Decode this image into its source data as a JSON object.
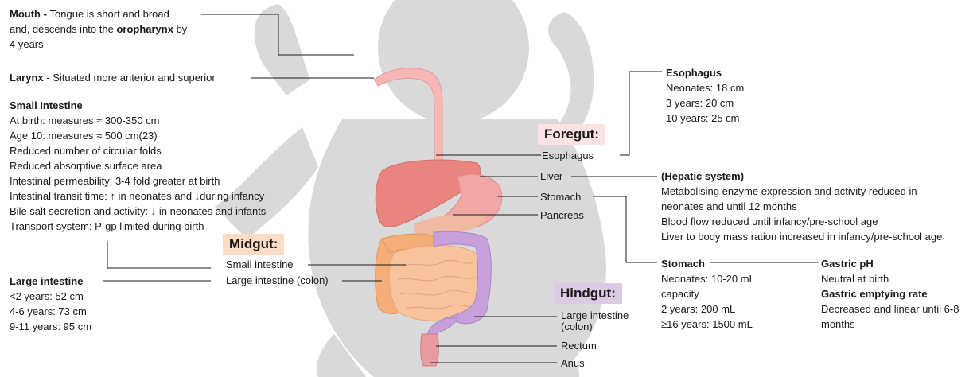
{
  "colors": {
    "silhouette": "#d9d9d9",
    "foregut_bg": "#fbe3e4",
    "midgut_bg": "#fbdcc4",
    "hindgut_bg": "#dcc9e4",
    "esophagus": "#f6b7b6",
    "liver": "#e9847f",
    "small_intestine": "#f8c29d",
    "large_intestine_midgut": "#f5ae78",
    "colon_hindgut": "#c7a1dc",
    "rectum": "#e79aa0"
  },
  "left": {
    "mouth": {
      "title": "Mouth - ",
      "line1_rest": "Tongue is short and broad",
      "line2_pre": "and, descends into the ",
      "line2_bold": "oropharynx",
      "line2_post": " by",
      "line3": "4 years"
    },
    "larynx": {
      "title": "Larynx",
      "rest": " - Situated more anterior and superior"
    },
    "small_intestine": {
      "title": "Small Intestine",
      "lines": [
        "At birth: measures ≈ 300-350 cm",
        "Age 10: measures ≈ 500 cm(23)",
        "Reduced number of circular folds",
        "Reduced absorptive surface area",
        "Intestinal permeability: 3-4 fold greater at birth",
        "Intestinal transit time: ↑ in neonates and ↓during infancy",
        "Bile salt secretion and activity: ↓ in neonates and infants",
        "Transport system: P-gp limited during birth"
      ]
    },
    "large_intestine": {
      "title": "Large intestine",
      "lines": [
        "<2 years: 52 cm",
        "4-6 years: 73 cm",
        "9-11 years: 95 cm"
      ]
    }
  },
  "sections": {
    "foregut": "Foregut:",
    "midgut": "Midgut:",
    "hindgut": "Hindgut:"
  },
  "organ_labels": {
    "esophagus": "Esophagus",
    "liver": "Liver",
    "stomach": "Stomach",
    "pancreas": "Pancreas",
    "small_intestine": "Small intestine",
    "large_intestine_colon": "Large intestine (colon)",
    "large_intestine_hind_1": "Large intestine",
    "large_intestine_hind_2": "(colon)",
    "rectum": "Rectum",
    "anus": "Anus"
  },
  "right": {
    "esophagus": {
      "title": "Esophagus",
      "lines": [
        "Neonates: 18 cm",
        "3 years: 20 cm",
        "10 years: 25 cm"
      ]
    },
    "hepatic": {
      "title": "(Hepatic system)",
      "lines": [
        "Metabolising enzyme expression and activity reduced in",
        "neonates and until 12 months",
        "Blood flow reduced until infancy/pre-school age",
        "Liver to body mass ration increased in infancy/pre-school age"
      ]
    },
    "stomach": {
      "title": "Stomach",
      "lines": [
        "Neonates: 10-20 mL",
        "capacity",
        "2 years: 200 mL",
        "≥16 years: 1500 mL"
      ]
    },
    "gastric": {
      "ph_title": "Gastric pH",
      "ph_text": "Neutral at birth",
      "emptying_title": "Gastric emptying rate",
      "emptying_lines": [
        "Decreased and linear until 6-8",
        "months"
      ]
    }
  }
}
